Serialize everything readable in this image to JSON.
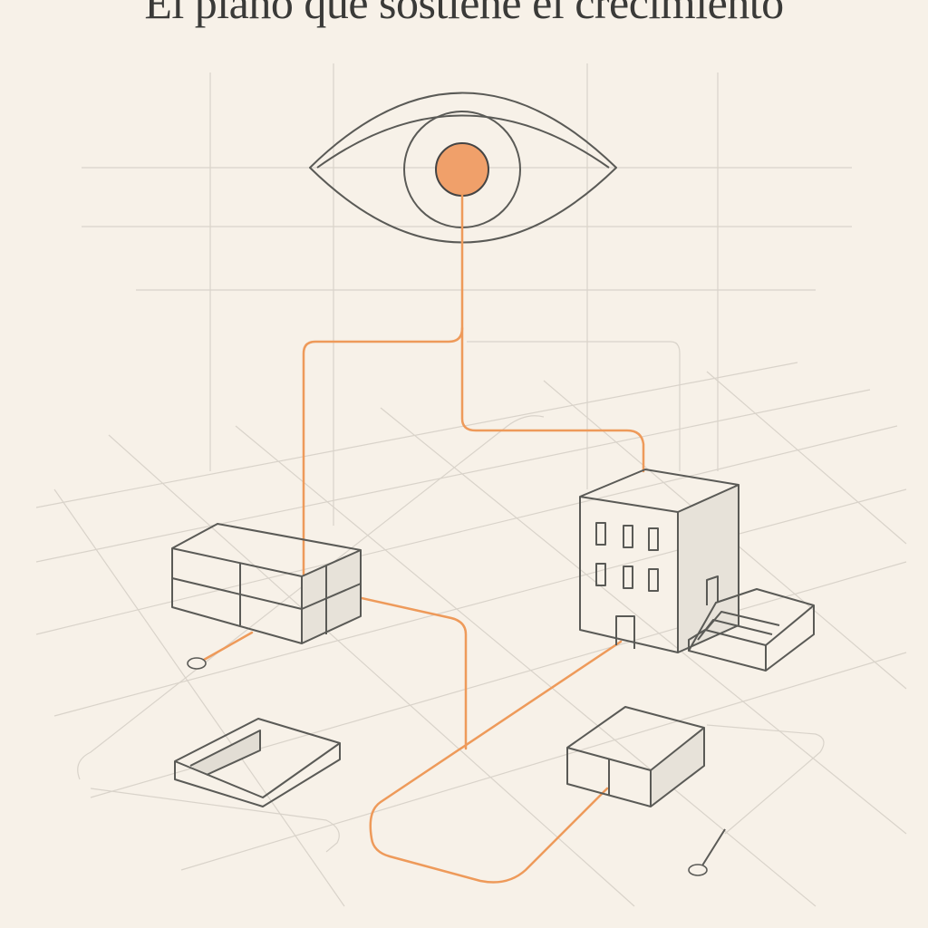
{
  "title": "El plano que sostiene el crecimiento",
  "colors": {
    "background": "#f7f1e8",
    "accent": "#ee9a5a",
    "ink": "#5a5a56",
    "grid": "#d9d3ca"
  },
  "illustration": {
    "elements": [
      "eye-icon",
      "low-building",
      "office-building",
      "stairs",
      "box",
      "pit",
      "connector-nodes"
    ]
  }
}
